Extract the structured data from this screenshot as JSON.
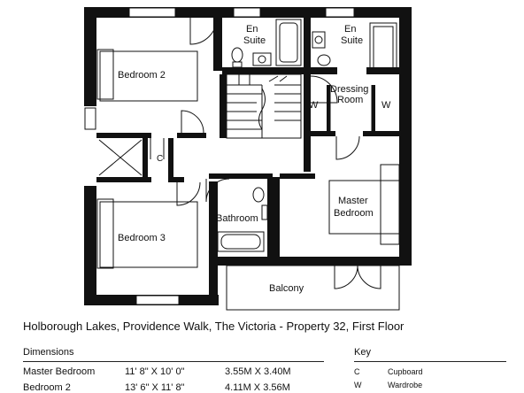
{
  "title": "Holborough Lakes, Providence Walk, The Victoria - Property 32, First Floor",
  "rooms": {
    "en_suite_1": [
      "En",
      "Suite"
    ],
    "en_suite_2": [
      "En",
      "Suite"
    ],
    "bedroom_2": "Bedroom 2",
    "dressing_room": [
      "Dressing",
      "Room"
    ],
    "wardrobe_left": "W",
    "wardrobe_right": "W",
    "cupboard": "C",
    "master_bedroom": [
      "Master",
      "Bedroom"
    ],
    "bathroom": "Bathroom",
    "bedroom_3": "Bedroom 3",
    "balcony": "Balcony"
  },
  "dimensions": {
    "heading": "Dimensions",
    "rows": [
      {
        "room": "Master Bedroom",
        "imperial": "11' 8\" X 10' 0\"",
        "metric": "3.55M X 3.40M"
      },
      {
        "room": "Bedroom 2",
        "imperial": "13' 6\" X 11' 8\"",
        "metric": "4.11M X 3.56M"
      }
    ]
  },
  "key": {
    "heading": "Key",
    "items": [
      {
        "symbol": "C",
        "meaning": "Cupboard"
      },
      {
        "symbol": "W",
        "meaning": "Wardrobe"
      }
    ]
  }
}
